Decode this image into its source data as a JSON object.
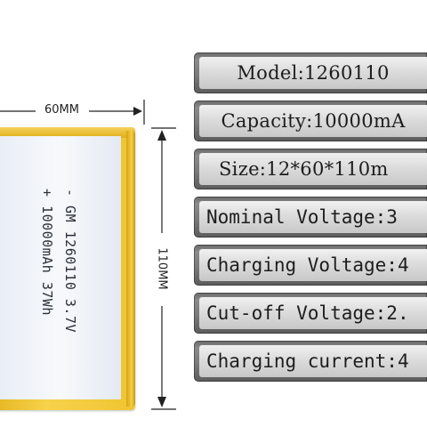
{
  "battery": {
    "line1": "- GM 1260110 3.7V",
    "line2": "+ 10000mAh 37Wh"
  },
  "dimensions": {
    "width_label": "60MM",
    "height_label": "110MM"
  },
  "specs": [
    {
      "label": "Model:",
      "value": "1260110"
    },
    {
      "label": "Capacity:",
      "value": "10000mA"
    },
    {
      "label": "Size:",
      "value": "12*60*110m"
    },
    {
      "label": "Nominal Voltage:",
      "value": "3"
    },
    {
      "label": "Charging Voltage:",
      "value": "4"
    },
    {
      "label": "Cut-off Voltage:",
      "value": "2."
    },
    {
      "label": "Charging current:",
      "value": "4"
    }
  ],
  "colors": {
    "battery_body": "#efc431",
    "label_sheet": "#f3f6fb",
    "spec_frame": "#707070",
    "spec_face": "#dcdcdc",
    "wire": "#c24a2b"
  }
}
